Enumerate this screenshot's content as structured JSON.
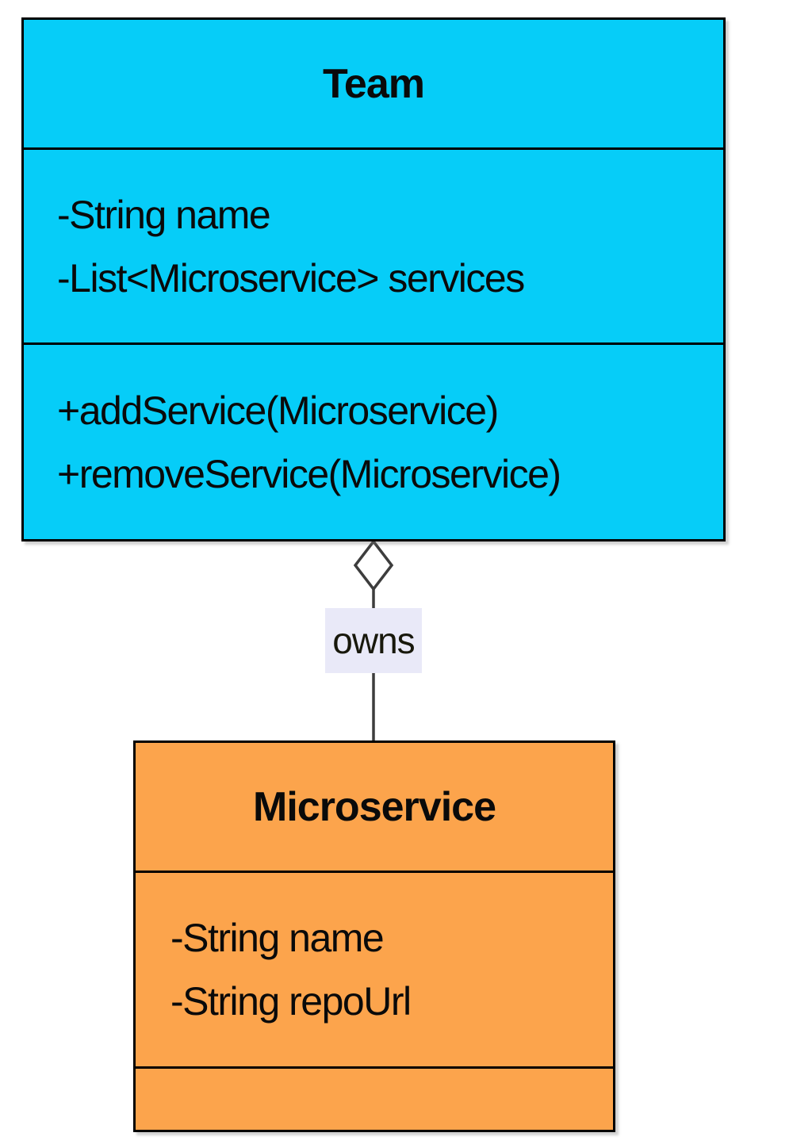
{
  "diagram": {
    "type": "uml-class-diagram",
    "classes": [
      {
        "name": "Team",
        "attributes": [
          "-String name",
          "-List<Microservice> services"
        ],
        "methods": [
          "+addService(Microservice)",
          "+removeService(Microservice)"
        ]
      },
      {
        "name": "Microservice",
        "attributes": [
          "-String name",
          "-String repoUrl"
        ],
        "methods": []
      }
    ],
    "relationship": {
      "type": "aggregation",
      "owner": "Team",
      "part": "Microservice",
      "label": "owns",
      "diamond_style": "hollow"
    }
  },
  "colors": {
    "team_fill": "#06cdf8",
    "microservice_fill": "#fca44c",
    "border": "#000000",
    "line": "#3d3d3d",
    "label_bg": "#e9e9f8",
    "text": "#0a0a0a",
    "page_bg": "#ffffff"
  }
}
